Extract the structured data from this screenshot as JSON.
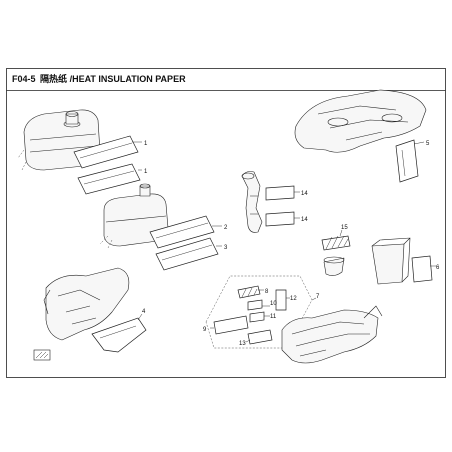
{
  "header": {
    "code": "F04-5",
    "cn_title": "隔热纸",
    "en_title": "/HEAT INSULATION PAPER"
  },
  "callouts": {
    "c1a": "1",
    "c1b": "1",
    "c2": "2",
    "c3": "3",
    "c4": "4",
    "c5": "5",
    "c6": "6",
    "c7": "7",
    "c8": "8",
    "c9": "9",
    "c10": "10",
    "c11": "11",
    "c12": "12",
    "c13": "13",
    "c14a": "14",
    "c14b": "14",
    "c15": "15"
  },
  "colors": {
    "line": "#222222",
    "background": "#ffffff"
  }
}
